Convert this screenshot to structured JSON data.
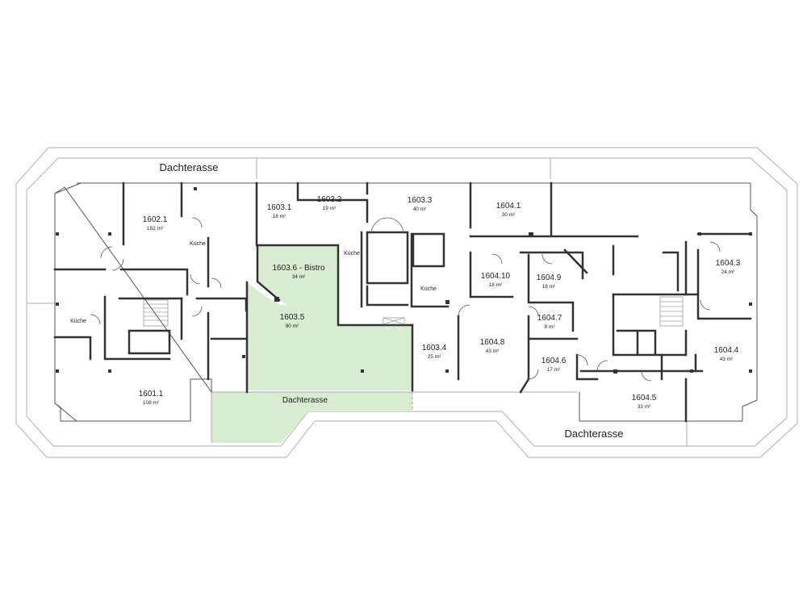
{
  "colors": {
    "highlight": "#d8ecd0",
    "wall": "#333333",
    "outline": "#bbbbbb",
    "thinline": "#555555"
  },
  "terraces": {
    "top": "Dachterasse",
    "middle": "Dachterasse",
    "bottom_right": "Dachterasse"
  },
  "kitchens": {
    "k1": "Küche",
    "k2": "Küche",
    "k3": "Küche",
    "k4": "Küche"
  },
  "rooms": {
    "r1602_1": {
      "id": "1602.1",
      "area": "152 m²"
    },
    "r1603_1": {
      "id": "1603.1",
      "area": "18 m²"
    },
    "r1603_2": {
      "id": "1603.2",
      "area": "19 m²"
    },
    "r1603_3": {
      "id": "1603.3",
      "area": "40 m²"
    },
    "r1604_1": {
      "id": "1604.1",
      "area": "30 m²"
    },
    "r1603_6": {
      "id": "1603.6 - Bistro",
      "area": "34 m²"
    },
    "r1603_5": {
      "id": "1603.5",
      "area": "90 m²"
    },
    "r1604_10": {
      "id": "1604.10",
      "area": "18 m²"
    },
    "r1604_9": {
      "id": "1604.9",
      "area": "18 m²"
    },
    "r1604_3": {
      "id": "1604.3",
      "area": "24 m²"
    },
    "r1604_7": {
      "id": "1604.7",
      "area": "8 m²"
    },
    "r1604_8": {
      "id": "1604.8",
      "area": "43 m²"
    },
    "r1603_4": {
      "id": "1603.4",
      "area": "25 m²"
    },
    "r1604_6": {
      "id": "1604.6",
      "area": "17 m²"
    },
    "r1604_4": {
      "id": "1604.4",
      "area": "43 m²"
    },
    "r1601_1": {
      "id": "1601.1",
      "area": "108 m²"
    },
    "r1604_5": {
      "id": "1604.5",
      "area": "33 m²"
    }
  }
}
